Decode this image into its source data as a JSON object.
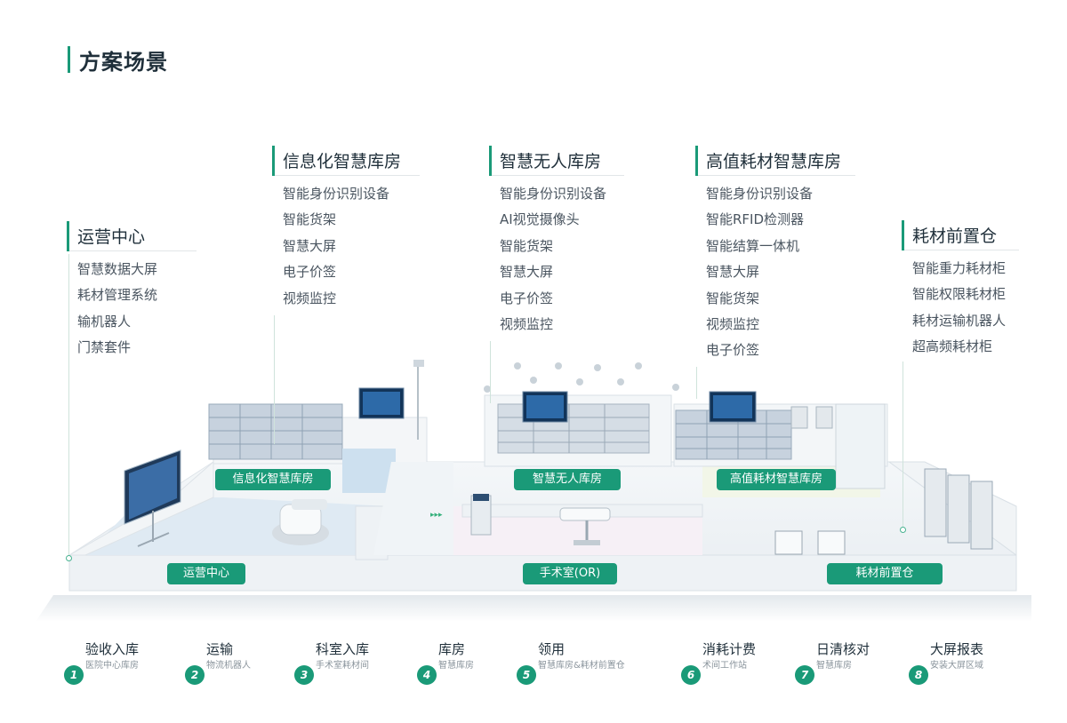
{
  "title": "方案场景",
  "blocks": [
    {
      "title": "运营中心",
      "items": [
        "智慧数据大屏",
        "耗材管理系统",
        "输机器人",
        "门禁套件"
      ]
    },
    {
      "title": "信息化智慧库房",
      "items": [
        "智能身份识别设备",
        "智能货架",
        "智慧大屏",
        "电子价签",
        "视频监控"
      ]
    },
    {
      "title": "智慧无人库房",
      "items": [
        "智能身份识别设备",
        "AI视觉摄像头",
        "智能货架",
        "智慧大屏",
        "电子价签",
        "视频监控"
      ]
    },
    {
      "title": "高值耗材智慧库房",
      "items": [
        "智能身份识别设备",
        "智能RFID检测器",
        "智能结算一体机",
        "智慧大屏",
        "智能货架",
        "视频监控",
        "电子价签"
      ]
    },
    {
      "title": "耗材前置仓",
      "items": [
        "智能重力耗材柜",
        "智能权限耗材柜",
        "耗材运输机器人",
        "超高频耗材柜"
      ]
    }
  ],
  "zones": {
    "info": "信息化智慧库房",
    "unmanned": "智慧无人库房",
    "highvalue": "高值耗材智慧库房",
    "ops": "运营中心",
    "or": "手术室(OR)",
    "pre": "耗材前置仓"
  },
  "steps": [
    {
      "num": "1",
      "title": "验收入库",
      "sub": "医院中心库房"
    },
    {
      "num": "2",
      "title": "运输",
      "sub": "物流机器人"
    },
    {
      "num": "3",
      "title": "科室入库",
      "sub": "手术室耗材间"
    },
    {
      "num": "4",
      "title": "库房",
      "sub": "智慧库房"
    },
    {
      "num": "5",
      "title": "领用",
      "sub": "智慧库房&耗材前置仓"
    },
    {
      "num": "6",
      "title": "消耗计费",
      "sub": "术间工作站"
    },
    {
      "num": "7",
      "title": "日清核对",
      "sub": "智慧库房"
    },
    {
      "num": "8",
      "title": "大屏报表",
      "sub": "安装大屏区域"
    }
  ],
  "colors": {
    "accent": "#1a9a78",
    "text": "#1f2f3a",
    "sub": "#4a5560"
  }
}
